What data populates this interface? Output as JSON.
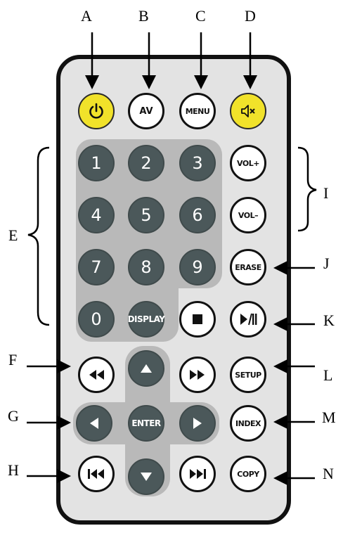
{
  "callouts": {
    "A": "A",
    "B": "B",
    "C": "C",
    "D": "D",
    "E": "E",
    "F": "F",
    "G": "G",
    "H": "H",
    "I": "I",
    "J": "J",
    "K": "K",
    "L": "L",
    "M": "M",
    "N": "N"
  },
  "buttons": {
    "av": "AV",
    "menu": "MENU",
    "num1": "1",
    "num2": "2",
    "num3": "3",
    "num4": "4",
    "num5": "5",
    "num6": "6",
    "num7": "7",
    "num8": "8",
    "num9": "9",
    "num0": "0",
    "display": "DISPLAY",
    "vol_up": "VOL+",
    "vol_down": "VOL–",
    "erase": "ERASE",
    "setup": "SETUP",
    "enter": "ENTER",
    "index": "INDEX",
    "copy": "COPY"
  },
  "icons": {
    "power": "power-icon",
    "mute": "mute-icon",
    "stop": "stop-icon",
    "play_pause": "play-pause-icon",
    "rewind": "rewind-icon",
    "fast_forward": "fast-forward-icon",
    "up": "arrow-up-icon",
    "down": "arrow-down-icon",
    "left": "arrow-left-icon",
    "right": "arrow-right-icon",
    "previous": "skip-previous-icon",
    "next": "skip-next-icon"
  },
  "colors": {
    "yellow_button": "#f1e22a",
    "dark_button": "#4b585a",
    "keypad_panel": "#b9b9b9",
    "remote_body": "#e3e3e3"
  }
}
